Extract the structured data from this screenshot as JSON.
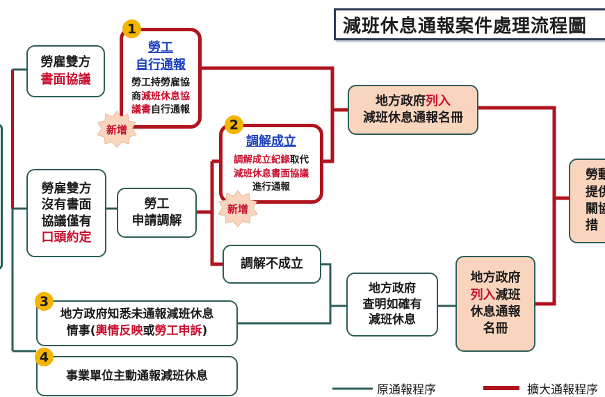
{
  "title": "減班休息通報案件處理流程圖",
  "boxes": {
    "written_agreement": {
      "line1": "勞雇雙方",
      "line2": "書面協議"
    },
    "no_written": {
      "line1": "勞雇雙方",
      "line2": "沒有書面",
      "line3": "協議僅有",
      "line4": "口頭約定"
    },
    "worker_self_report": {
      "number": "1",
      "title": "勞工",
      "title2": "自行通報",
      "desc1": "勞工持勞雇協",
      "desc2a": "商",
      "desc2b": "減班休息協",
      "desc3a": "議書",
      "desc3b": "自行通報",
      "badge": "新增"
    },
    "mediation_success": {
      "number": "2",
      "title": "調解成立",
      "desc1a": "調解成立紀錄",
      "desc1b": "取代",
      "desc2": "減班休息書面協議",
      "desc3": "進行通報",
      "badge": "新增"
    },
    "apply_mediation": {
      "line1": "勞工",
      "line2": "申請調解"
    },
    "mediation_fail": {
      "line1": "調解不成立"
    },
    "gov_list_1": {
      "line1a": "地方政府",
      "line1b": "列入",
      "line2": "減班休息通報名冊"
    },
    "gov_verify": {
      "line1": "地方政府",
      "line2": "查明如確有",
      "line3": "減班休息"
    },
    "gov_list_2": {
      "line1": "地方政府",
      "line2a": "列入",
      "line2b": "減班",
      "line3": "休息通報",
      "line4": "名冊"
    },
    "labor_dept": {
      "line1": "勞動",
      "line2": "提供",
      "line3": "關協",
      "line4": "措"
    },
    "gov_learn": {
      "number": "3",
      "line1": "地方政府知悉未通報減班休息",
      "line2a": "情事(",
      "line2b": "輿情反映",
      "line2c": "或",
      "line2d": "勞工申訴",
      "line2e": ")"
    },
    "employer_report": {
      "number": "4",
      "line1": "事業單位主動通報減班休息"
    }
  },
  "legend": {
    "original": "原通報程序",
    "expanded": "擴大通報程序"
  },
  "colors": {
    "teal": "#2e5d57",
    "red": "#b0141e",
    "peach": "#f9d5bd",
    "yellow": "#f4b400",
    "blue": "#1a3fbf"
  }
}
